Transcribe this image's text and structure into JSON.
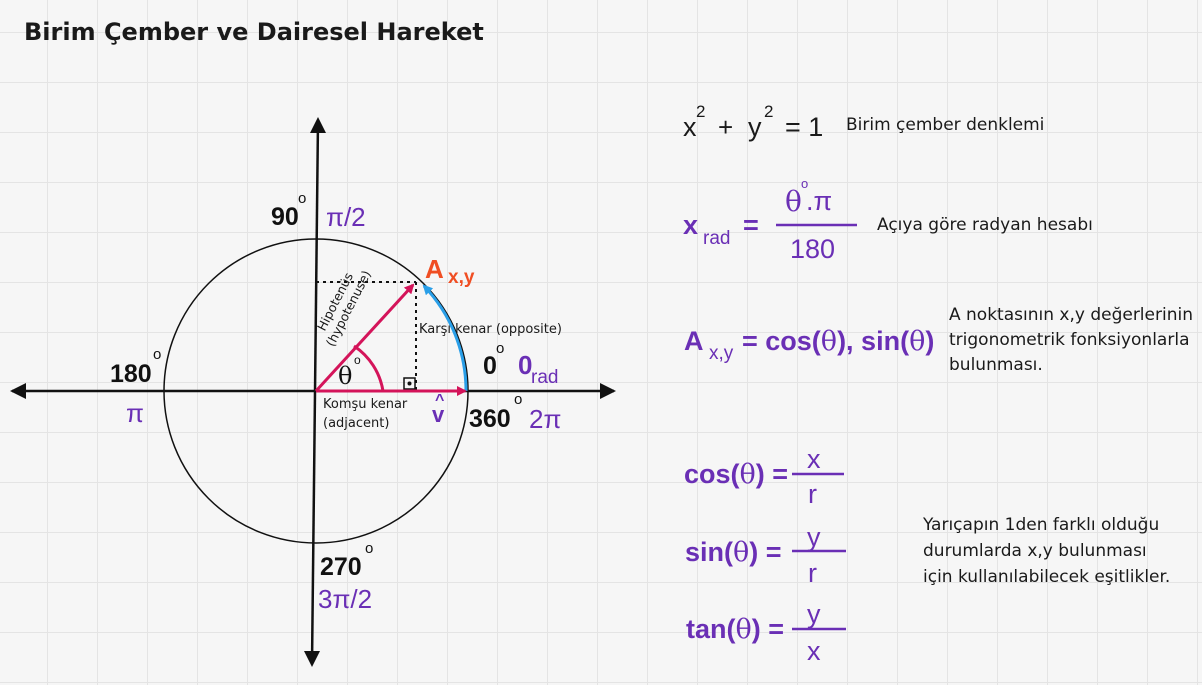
{
  "title": "Birim Çember ve Dairesel Hareket",
  "circle": {
    "deg_90": "90",
    "rad_90": "π/2",
    "deg_180": "180",
    "rad_180": "π",
    "deg_270": "270",
    "rad_270": "3π/2",
    "deg_0": "0",
    "rad_0": "0",
    "rad_0_sub": "rad",
    "deg_360": "360",
    "rad_360": "2π",
    "degree_mark": "o",
    "point_label": "A",
    "point_sub": "x,y",
    "hypotenuse": "Hipotenüs\n(hypotenuse)",
    "opposite": "Karşı kenar (opposite)",
    "adjacent_line1": "Komşu kenar",
    "adjacent_line2": "(adjacent)",
    "theta": "θ",
    "v_hat": "v̂",
    "v_hat_cap": "^",
    "v_hat_letter": "v"
  },
  "right_panel": {
    "eq_x": "x",
    "eq_plus": "+",
    "eq_y": "y",
    "eq_exp": "2",
    "eq_rhs": "= 1",
    "eq_desc": "Birim çember denklemi",
    "xrad_x": "x",
    "xrad_sub": "rad",
    "xrad_eq": "=",
    "xrad_num_theta": "θ",
    "xrad_num_deg": "o",
    "xrad_num_rest": ".π",
    "xrad_den": "180",
    "xrad_desc": "Açıya göre radyan hesabı",
    "axy_A": "A",
    "axy_sub": "x,y",
    "axy_rhs_1": "= cos(",
    "axy_rhs_2": "), sin(",
    "axy_rhs_3": ")",
    "axy_desc": [
      "A noktasının x,y değerlerinin",
      "trigonometrik fonksiyonlarla",
      "bulunması."
    ],
    "cos_lhs_1": "cos(",
    "cos_lhs_2": ") =",
    "cos_num": "x",
    "cos_den": "r",
    "sin_lhs_1": "sin(",
    "sin_lhs_2": ") =",
    "sin_num": "y",
    "sin_den": "r",
    "tan_lhs_1": "tan(",
    "tan_lhs_2": ") =",
    "tan_num": "y",
    "tan_den": "x",
    "theta": "θ",
    "radius_desc": [
      "Yarıçapın 1den farklı olduğu",
      "durumlarda x,y bulunması",
      "için kullanılabilecek eşitlikler."
    ]
  },
  "colors": {
    "purple": "#6a2fb5",
    "magenta": "#d4145a",
    "blue": "#2a9fe8",
    "orange": "#f04e23",
    "black": "#111111"
  }
}
